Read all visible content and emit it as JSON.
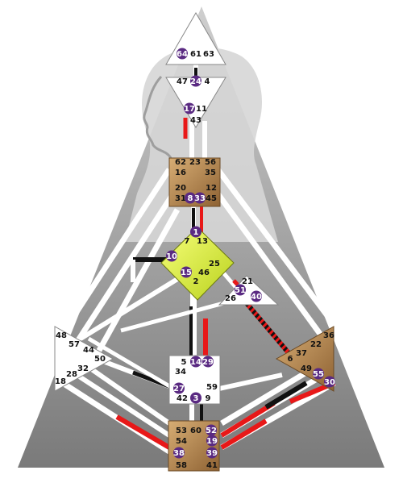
{
  "colors": {
    "defined_gate": "#5a2a82",
    "channel_black": "#111111",
    "channel_red": "#e81818",
    "channel_white": "#ffffff",
    "center_brown": "#b5844d",
    "center_yellow": "#e6f238",
    "center_white": "#ffffff",
    "silhouette": "#bdbdbd"
  },
  "centers": {
    "head": {
      "gates": [
        {
          "label": "64",
          "active": true
        },
        {
          "label": "61",
          "active": false
        },
        {
          "label": "63",
          "active": false
        }
      ]
    },
    "ajna": {
      "gates": [
        {
          "label": "47",
          "active": false
        },
        {
          "label": "24",
          "active": true
        },
        {
          "label": "4",
          "active": false
        },
        {
          "label": "17",
          "active": true
        },
        {
          "label": "11",
          "active": false
        },
        {
          "label": "43",
          "active": false
        }
      ]
    },
    "throat": {
      "gates": [
        {
          "label": "62",
          "active": false
        },
        {
          "label": "23",
          "active": false
        },
        {
          "label": "56",
          "active": false
        },
        {
          "label": "16",
          "active": false
        },
        {
          "label": "35",
          "active": false
        },
        {
          "label": "20",
          "active": false
        },
        {
          "label": "12",
          "active": false
        },
        {
          "label": "31",
          "active": false
        },
        {
          "label": "8",
          "active": true
        },
        {
          "label": "33",
          "active": true
        },
        {
          "label": "45",
          "active": false
        }
      ]
    },
    "g": {
      "gates": [
        {
          "label": "1",
          "active": true
        },
        {
          "label": "7",
          "active": false
        },
        {
          "label": "13",
          "active": false
        },
        {
          "label": "10",
          "active": true
        },
        {
          "label": "25",
          "active": false
        },
        {
          "label": "15",
          "active": true
        },
        {
          "label": "46",
          "active": false
        },
        {
          "label": "2",
          "active": false
        }
      ]
    },
    "heart": {
      "gates": [
        {
          "label": "21",
          "active": false
        },
        {
          "label": "51",
          "active": true
        },
        {
          "label": "26",
          "active": false
        },
        {
          "label": "40",
          "active": true
        }
      ]
    },
    "spleen": {
      "gates": [
        {
          "label": "48",
          "active": false
        },
        {
          "label": "57",
          "active": false
        },
        {
          "label": "44",
          "active": false
        },
        {
          "label": "50",
          "active": false
        },
        {
          "label": "32",
          "active": false
        },
        {
          "label": "28",
          "active": false
        },
        {
          "label": "18",
          "active": false
        }
      ]
    },
    "sacral": {
      "gates": [
        {
          "label": "5",
          "active": false
        },
        {
          "label": "14",
          "active": true
        },
        {
          "label": "29",
          "active": true
        },
        {
          "label": "34",
          "active": false
        },
        {
          "label": "27",
          "active": true
        },
        {
          "label": "59",
          "active": false
        },
        {
          "label": "42",
          "active": false
        },
        {
          "label": "3",
          "active": true
        },
        {
          "label": "9",
          "active": false
        }
      ]
    },
    "solar_plexus": {
      "gates": [
        {
          "label": "36",
          "active": false
        },
        {
          "label": "22",
          "active": false
        },
        {
          "label": "37",
          "active": false
        },
        {
          "label": "6",
          "active": false
        },
        {
          "label": "49",
          "active": false
        },
        {
          "label": "55",
          "active": true
        },
        {
          "label": "30",
          "active": true
        }
      ]
    },
    "root": {
      "gates": [
        {
          "label": "53",
          "active": false
        },
        {
          "label": "60",
          "active": false
        },
        {
          "label": "52",
          "active": true
        },
        {
          "label": "54",
          "active": false
        },
        {
          "label": "19",
          "active": true
        },
        {
          "label": "38",
          "active": true
        },
        {
          "label": "39",
          "active": true
        },
        {
          "label": "58",
          "active": false
        },
        {
          "label": "41",
          "active": false
        }
      ]
    }
  }
}
